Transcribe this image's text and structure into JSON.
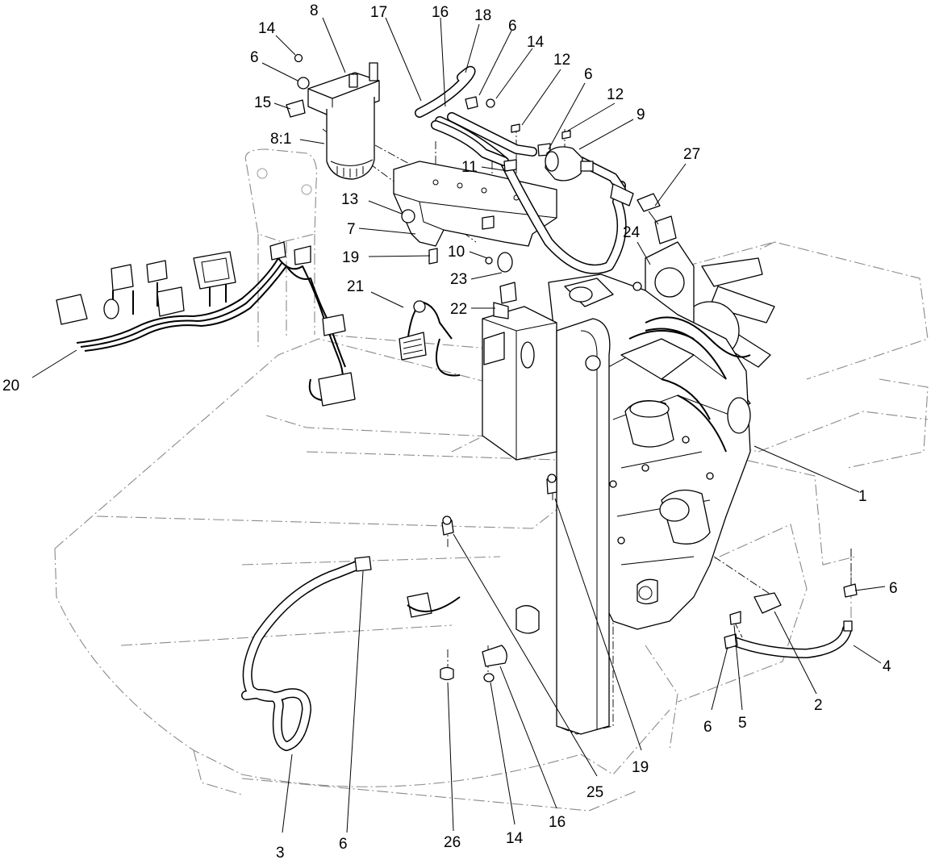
{
  "callouts": [
    {
      "id": "c8-top",
      "label": "8"
    },
    {
      "id": "c17",
      "label": "17"
    },
    {
      "id": "c16-top",
      "label": "16"
    },
    {
      "id": "c18",
      "label": "18"
    },
    {
      "id": "c6-a",
      "label": "6"
    },
    {
      "id": "c14-a",
      "label": "14"
    },
    {
      "id": "c14-b",
      "label": "14"
    },
    {
      "id": "c6-b",
      "label": "6"
    },
    {
      "id": "c12-a",
      "label": "12"
    },
    {
      "id": "c6-c",
      "label": "6"
    },
    {
      "id": "c12-b",
      "label": "12"
    },
    {
      "id": "c15",
      "label": "15"
    },
    {
      "id": "c9",
      "label": "9"
    },
    {
      "id": "c8-1",
      "label": "8:1"
    },
    {
      "id": "c27",
      "label": "27"
    },
    {
      "id": "c11",
      "label": "11"
    },
    {
      "id": "c13",
      "label": "13"
    },
    {
      "id": "c7",
      "label": "7"
    },
    {
      "id": "c24",
      "label": "24"
    },
    {
      "id": "c19-a",
      "label": "19"
    },
    {
      "id": "c10",
      "label": "10"
    },
    {
      "id": "c23",
      "label": "23"
    },
    {
      "id": "c21",
      "label": "21"
    },
    {
      "id": "c22",
      "label": "22"
    },
    {
      "id": "c20",
      "label": "20"
    },
    {
      "id": "c1",
      "label": "1"
    },
    {
      "id": "c6-d",
      "label": "6"
    },
    {
      "id": "c4",
      "label": "4"
    },
    {
      "id": "c2",
      "label": "2"
    },
    {
      "id": "c6-e",
      "label": "6"
    },
    {
      "id": "c5",
      "label": "5"
    },
    {
      "id": "c19-b",
      "label": "19"
    },
    {
      "id": "c25",
      "label": "25"
    },
    {
      "id": "c16-b",
      "label": "16"
    },
    {
      "id": "c14-c",
      "label": "14"
    },
    {
      "id": "c26",
      "label": "26"
    },
    {
      "id": "c6-f",
      "label": "6"
    },
    {
      "id": "c3",
      "label": "3"
    }
  ]
}
